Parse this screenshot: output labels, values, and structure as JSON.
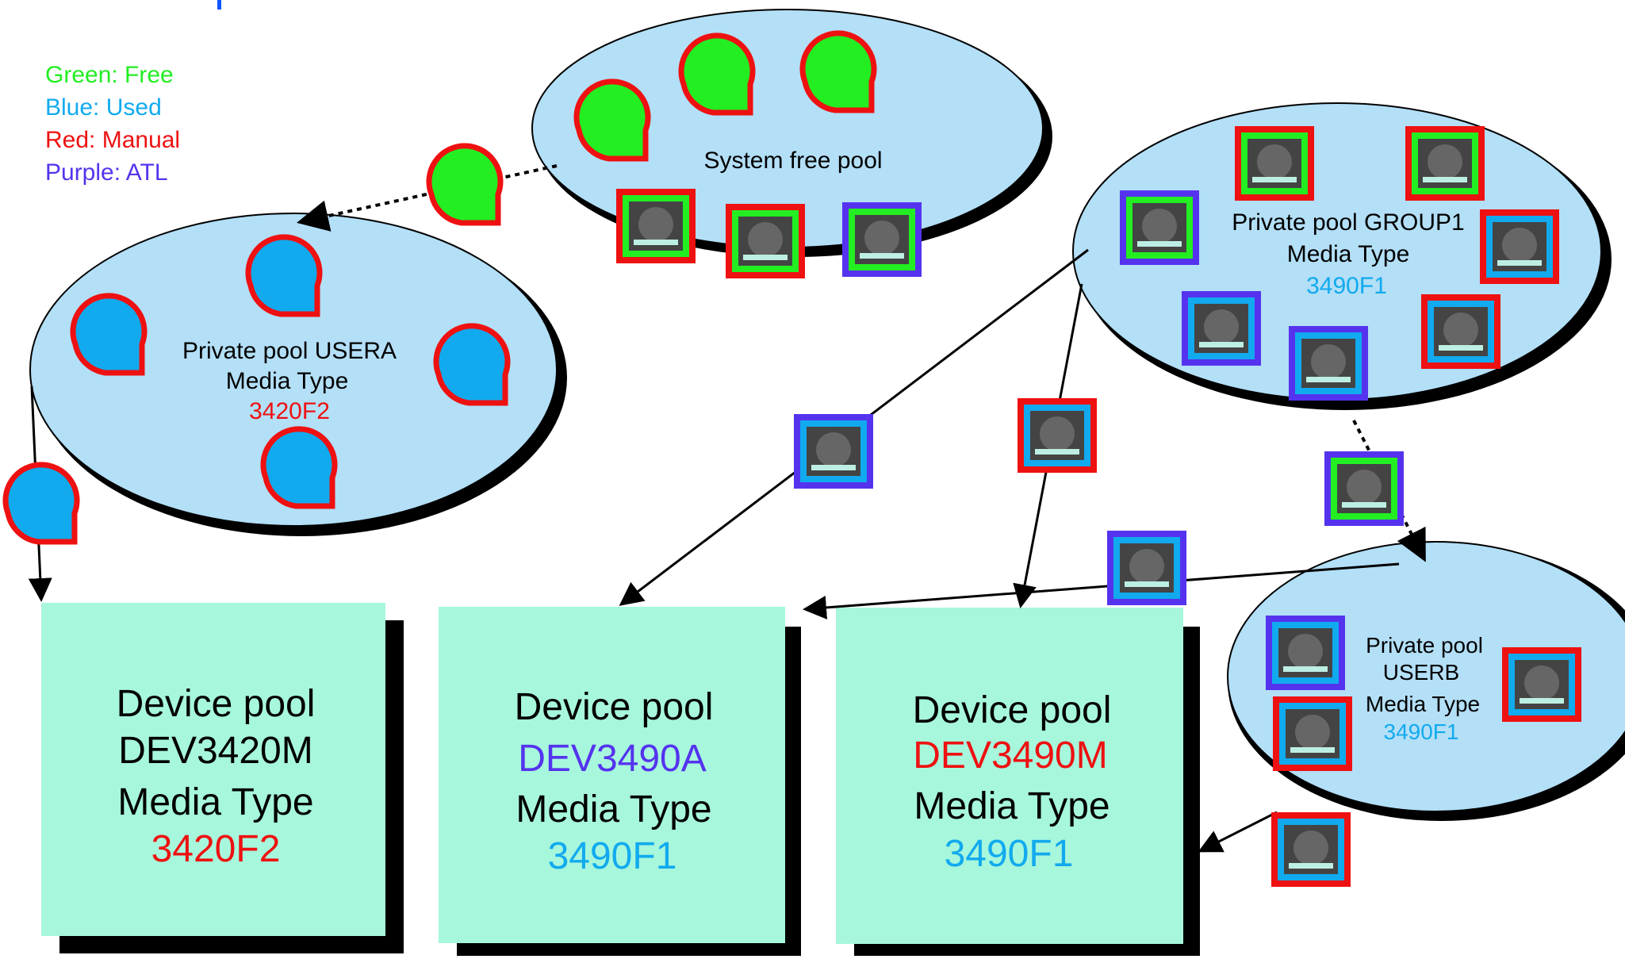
{
  "colors": {
    "free": "#22ee22",
    "used": "#11aaee",
    "manual": "#ee1111",
    "atl": "#5533ee",
    "black": "#000000",
    "pool_fill": "#b3dff7",
    "device_fill": "#a7f7dd",
    "shadow": "#000000",
    "header_blue": "#1155ff"
  },
  "legend": [
    {
      "text": "Green: Free",
      "color": "#22ee22"
    },
    {
      "text": "Blue: Used",
      "color": "#11aaee"
    },
    {
      "text": "Red: Manual",
      "color": "#ee1111"
    },
    {
      "text": "Purple: ATL",
      "color": "#5533ee"
    }
  ],
  "pools": [
    {
      "id": "system-free-pool",
      "lines": [
        {
          "text": "System free pool",
          "color": "#000000"
        }
      ]
    },
    {
      "id": "private-pool-usera",
      "lines": [
        {
          "text": "Private pool USERA",
          "color": "#000000"
        },
        {
          "text": "Media Type",
          "color": "#000000"
        },
        {
          "text": "3420F2",
          "color": "#ee1111"
        }
      ]
    },
    {
      "id": "private-pool-group1",
      "lines": [
        {
          "text": "Private pool GROUP1",
          "color": "#000000"
        },
        {
          "text": "Media Type",
          "color": "#000000"
        },
        {
          "text": "3490F1",
          "color": "#11aaee"
        }
      ]
    },
    {
      "id": "private-pool-userb",
      "lines": [
        {
          "text": "Private pool",
          "color": "#000000"
        },
        {
          "text": "USERB",
          "color": "#000000"
        },
        {
          "text": "Media Type",
          "color": "#000000"
        },
        {
          "text": "3490F1",
          "color": "#11aaee"
        }
      ]
    }
  ],
  "device_pools": [
    {
      "id": "device-pool-dev3420m",
      "lines": [
        {
          "text": "Device pool",
          "color": "#000000"
        },
        {
          "text": "DEV3420M",
          "color": "#000000"
        },
        {
          "text": "Media Type",
          "color": "#000000"
        },
        {
          "text": "3420F2",
          "color": "#ee1111"
        }
      ]
    },
    {
      "id": "device-pool-dev3490a",
      "lines": [
        {
          "text": "Device pool",
          "color": "#000000"
        },
        {
          "text": "DEV3490A",
          "color": "#5533ee"
        },
        {
          "text": "Media Type",
          "color": "#000000"
        },
        {
          "text": "3490F1",
          "color": "#11aaee"
        }
      ]
    },
    {
      "id": "device-pool-dev3490m",
      "lines": [
        {
          "text": "Device pool",
          "color": "#000000"
        },
        {
          "text": "DEV3490M",
          "color": "#ee1111"
        },
        {
          "text": "Media Type",
          "color": "#000000"
        },
        {
          "text": "3490F1",
          "color": "#11aaee"
        }
      ]
    }
  ],
  "reels": [
    {
      "pool": "system-free-pool",
      "fill": "free",
      "border": "manual"
    },
    {
      "pool": "system-free-pool",
      "fill": "free",
      "border": "manual"
    },
    {
      "pool": "system-free-pool",
      "fill": "free",
      "border": "manual"
    },
    {
      "pool": "moving-to-usera",
      "fill": "free",
      "border": "manual"
    },
    {
      "pool": "private-pool-usera",
      "fill": "used",
      "border": "manual"
    },
    {
      "pool": "private-pool-usera",
      "fill": "used",
      "border": "manual"
    },
    {
      "pool": "private-pool-usera",
      "fill": "used",
      "border": "manual"
    },
    {
      "pool": "private-pool-usera",
      "fill": "used",
      "border": "manual"
    },
    {
      "pool": "moving-to-dev3420m",
      "fill": "used",
      "border": "manual"
    }
  ],
  "cartridges": [
    {
      "pool": "system-free-pool",
      "inner": "free",
      "outer": "manual"
    },
    {
      "pool": "system-free-pool",
      "inner": "free",
      "outer": "manual"
    },
    {
      "pool": "system-free-pool",
      "inner": "free",
      "outer": "atl"
    },
    {
      "pool": "private-pool-group1",
      "inner": "free",
      "outer": "manual"
    },
    {
      "pool": "private-pool-group1",
      "inner": "free",
      "outer": "manual"
    },
    {
      "pool": "private-pool-group1",
      "inner": "free",
      "outer": "atl"
    },
    {
      "pool": "private-pool-group1",
      "inner": "used",
      "outer": "manual"
    },
    {
      "pool": "private-pool-group1",
      "inner": "used",
      "outer": "atl"
    },
    {
      "pool": "private-pool-group1",
      "inner": "used",
      "outer": "atl"
    },
    {
      "pool": "private-pool-group1",
      "inner": "used",
      "outer": "manual"
    },
    {
      "pool": "moving-to-dev3490a",
      "inner": "used",
      "outer": "atl"
    },
    {
      "pool": "moving-to-dev3490m",
      "inner": "used",
      "outer": "manual"
    },
    {
      "pool": "moving-to-userb",
      "inner": "free",
      "outer": "atl"
    },
    {
      "pool": "moving-to-dev3490a",
      "inner": "used",
      "outer": "atl"
    },
    {
      "pool": "private-pool-userb",
      "inner": "used",
      "outer": "atl"
    },
    {
      "pool": "private-pool-userb",
      "inner": "used",
      "outer": "manual"
    },
    {
      "pool": "private-pool-userb",
      "inner": "used",
      "outer": "manual"
    },
    {
      "pool": "moving-to-dev3490m",
      "inner": "used",
      "outer": "manual"
    }
  ]
}
